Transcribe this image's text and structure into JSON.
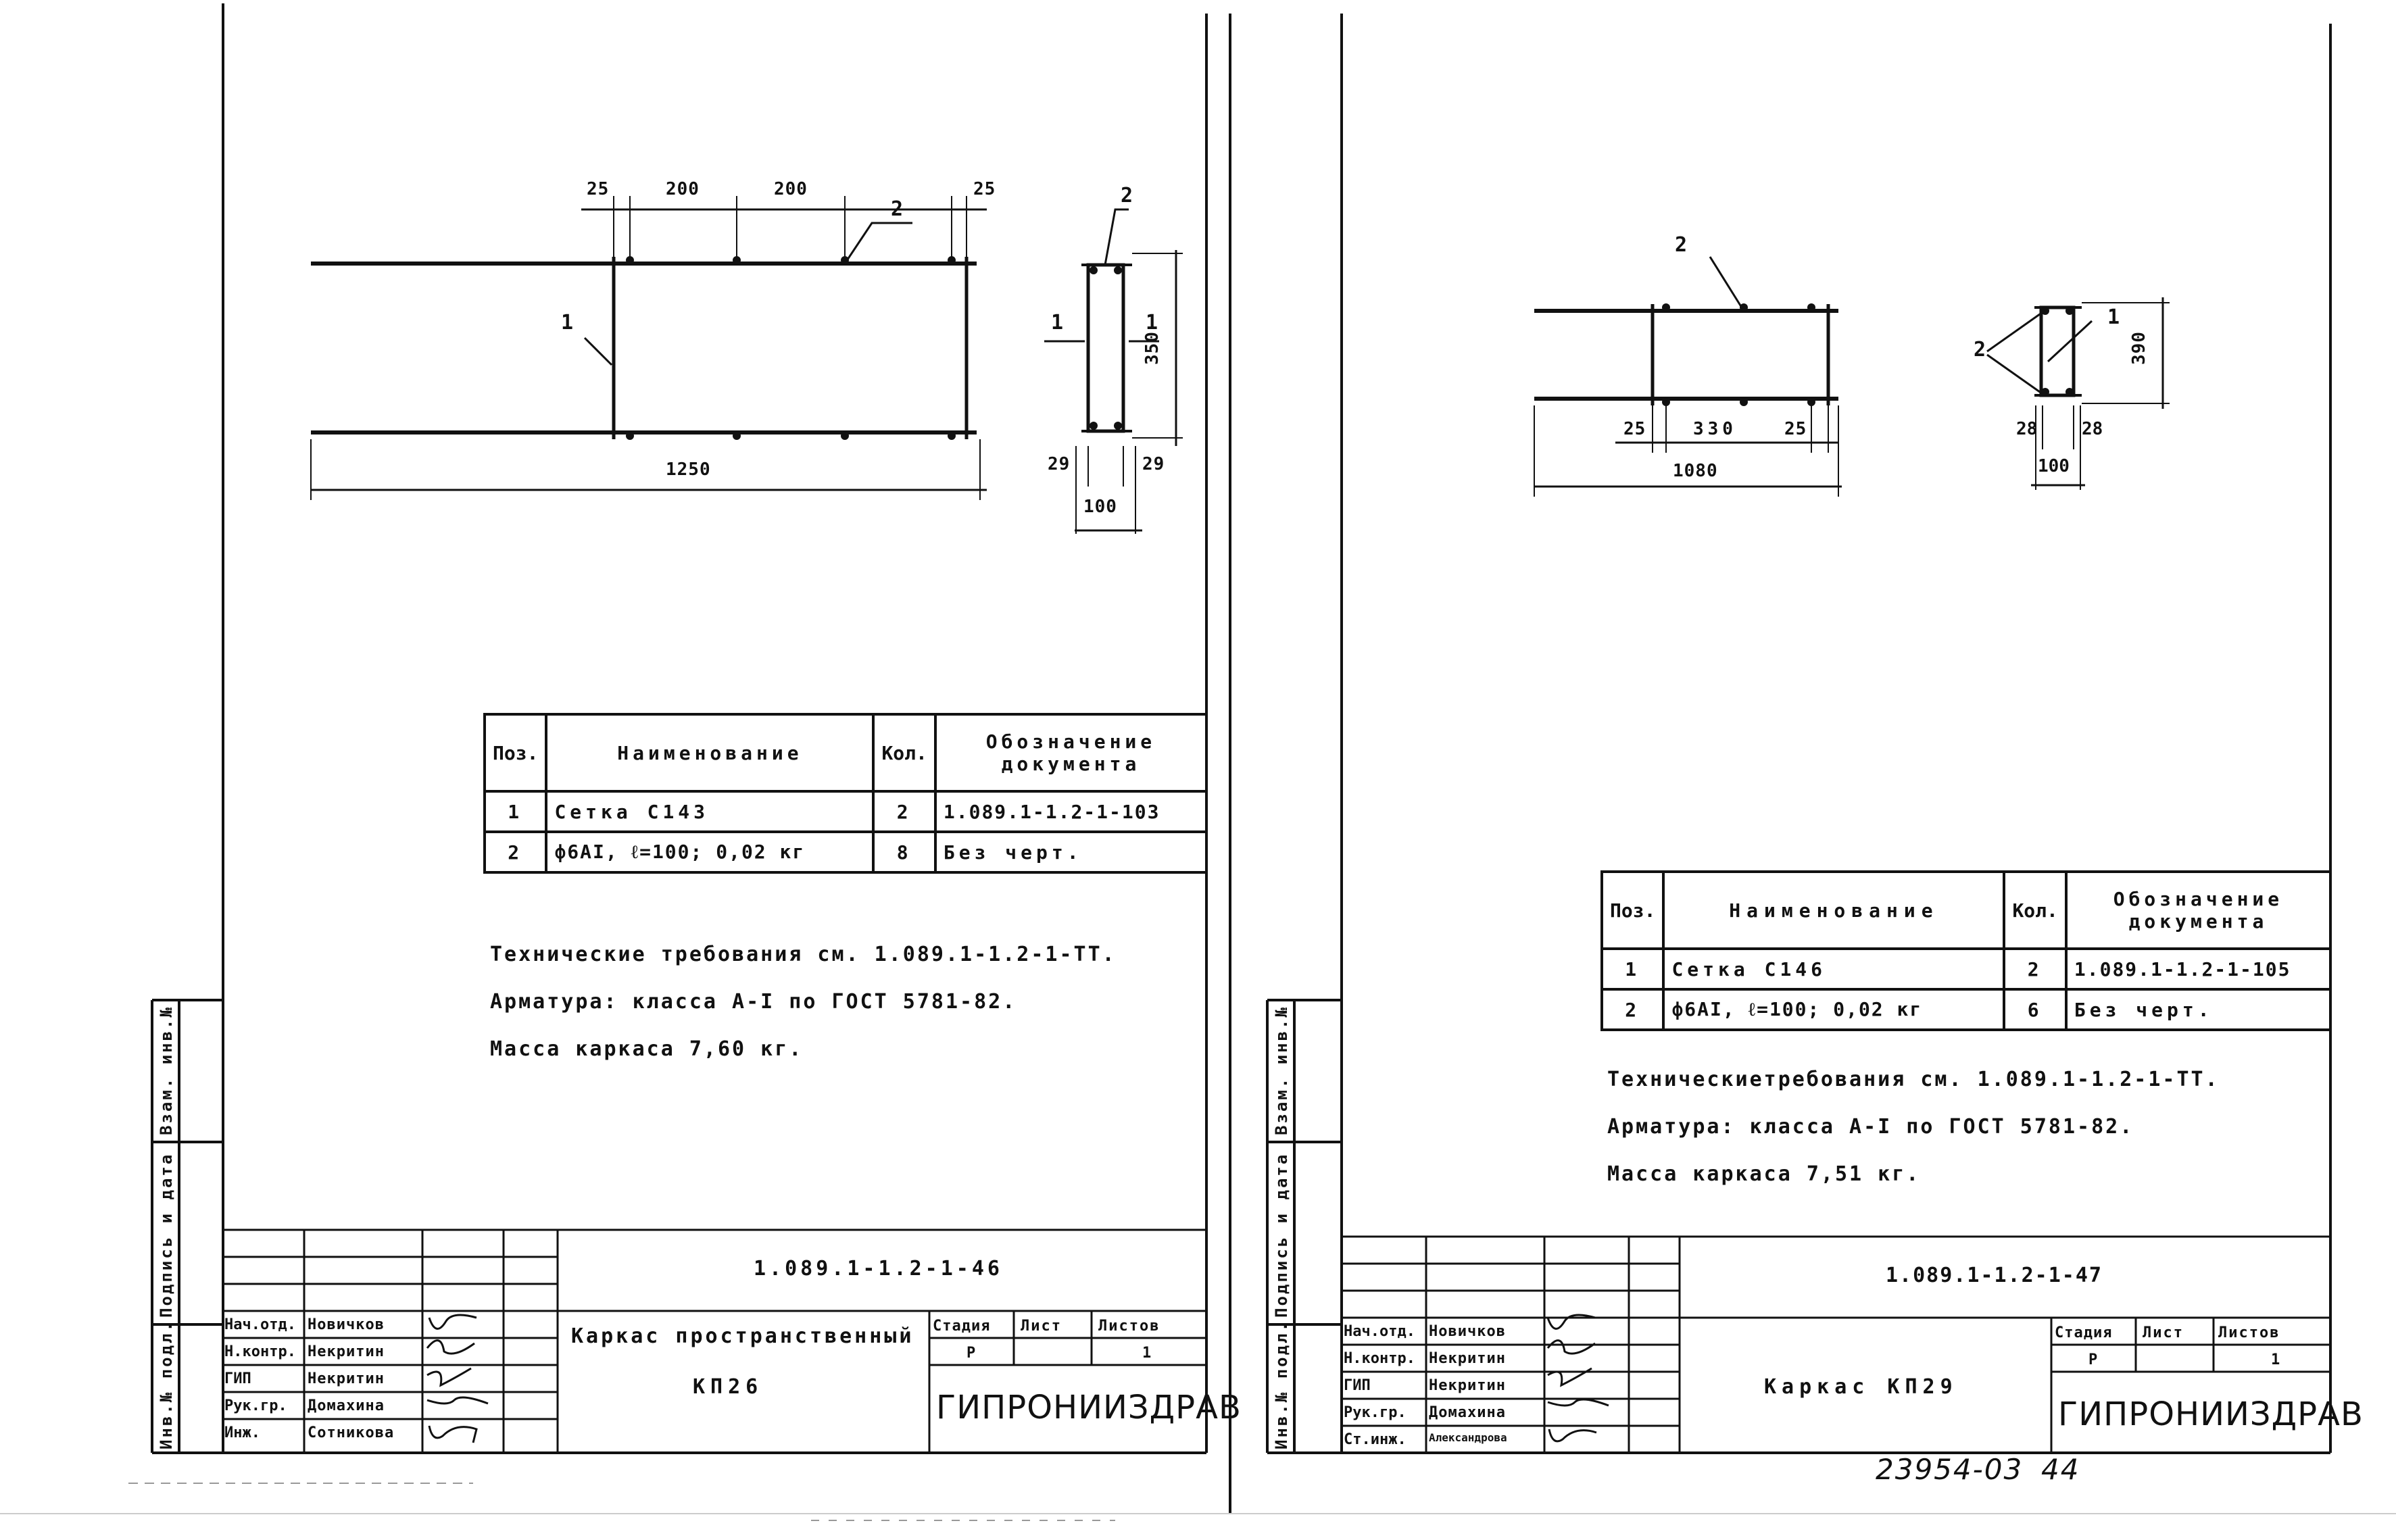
{
  "sheets": [
    {
      "code": "1.089.1-1.2-1-46",
      "title_line1": "Каркас пространственный",
      "title_line2": "КП26",
      "organization": "ГИПРОНИИЗДРАВ",
      "stage_header": "Стадия",
      "sheet_header": "Лист",
      "sheets_header": "Листов",
      "stage": "Р",
      "total_sheets": "1",
      "spec_headers": {
        "pos": "Поз.",
        "name": "Наименование",
        "qty": "Кол.",
        "doc_line1": "Обозначение",
        "doc_line2": "документа"
      },
      "spec_rows": [
        {
          "pos": "1",
          "name": "Сетка С143",
          "qty": "2",
          "doc": "1.089.1-1.2-1-103"
        },
        {
          "pos": "2",
          "name": "ф6АI, ℓ=100; 0,02 кг",
          "qty": "8",
          "doc": "Без черт."
        }
      ],
      "requirements": [
        "Технические требования см. 1.089.1-1.2-1-ТТ.",
        "Арматура: класса А-I по ГОСТ 5781-82.",
        "Масса каркаса 7,60 кг."
      ],
      "signatures": [
        {
          "role": "Нач.отд.",
          "name": "Новичков"
        },
        {
          "role": "Н.контр.",
          "name": "Некритин"
        },
        {
          "role": "ГИП",
          "name": "Некритин"
        },
        {
          "role": "Рук.гр.",
          "name": "Домахина"
        },
        {
          "role": "Инж.",
          "name": "Сотникова"
        }
      ],
      "dims_plan": {
        "d25a": "25",
        "d200a": "200",
        "d200b": "200",
        "d25b": "25",
        "total": "1250",
        "pos1": "1",
        "pos2": "2"
      },
      "dims_section": {
        "h": "350",
        "w": "100",
        "a": "29",
        "b": "29",
        "pos1a": "1",
        "pos1b": "1",
        "pos2": "2"
      }
    },
    {
      "code": "1.089.1-1.2-1-47",
      "title_line1": "Каркас КП29",
      "organization": "ГИПРОНИИЗДРАВ",
      "stage_header": "Стадия",
      "sheet_header": "Лист",
      "sheets_header": "Листов",
      "stage": "Р",
      "total_sheets": "1",
      "spec_headers": {
        "pos": "Поз.",
        "name": "Наименование",
        "qty": "Кол.",
        "doc_line1": "Обозначение",
        "doc_line2": "документа"
      },
      "spec_rows": [
        {
          "pos": "1",
          "name": "Сетка С146",
          "qty": "2",
          "doc": "1.089.1-1.2-1-105"
        },
        {
          "pos": "2",
          "name": "ф6АI, ℓ=100; 0,02 кг",
          "qty": "6",
          "doc": "Без черт."
        }
      ],
      "requirements": [
        "Техническиетребования см. 1.089.1-1.2-1-ТТ.",
        "Арматура: класса А-I по ГОСТ 5781-82.",
        "Масса каркаса 7,51 кг."
      ],
      "signatures": [
        {
          "role": "Нач.отд.",
          "name": "Новичков"
        },
        {
          "role": "Н.контр.",
          "name": "Некритин"
        },
        {
          "role": "ГИП",
          "name": "Некритин"
        },
        {
          "role": "Рук.гр.",
          "name": "Домахина"
        },
        {
          "role": "Ст.инж.",
          "name": "Александрова"
        }
      ],
      "dims_plan": {
        "d25a": "25",
        "d330": "330",
        "d25b": "25",
        "total": "1080",
        "pos2": "2"
      },
      "dims_section": {
        "h": "390",
        "w": "100",
        "a": "28",
        "b": "28",
        "pos1": "1",
        "pos2": "2"
      }
    }
  ],
  "side_labels": [
    "Взам. инв.№",
    "Подпись и дата",
    "Инв.№ подл."
  ],
  "footer": {
    "number": "23954-03",
    "page": "44"
  }
}
